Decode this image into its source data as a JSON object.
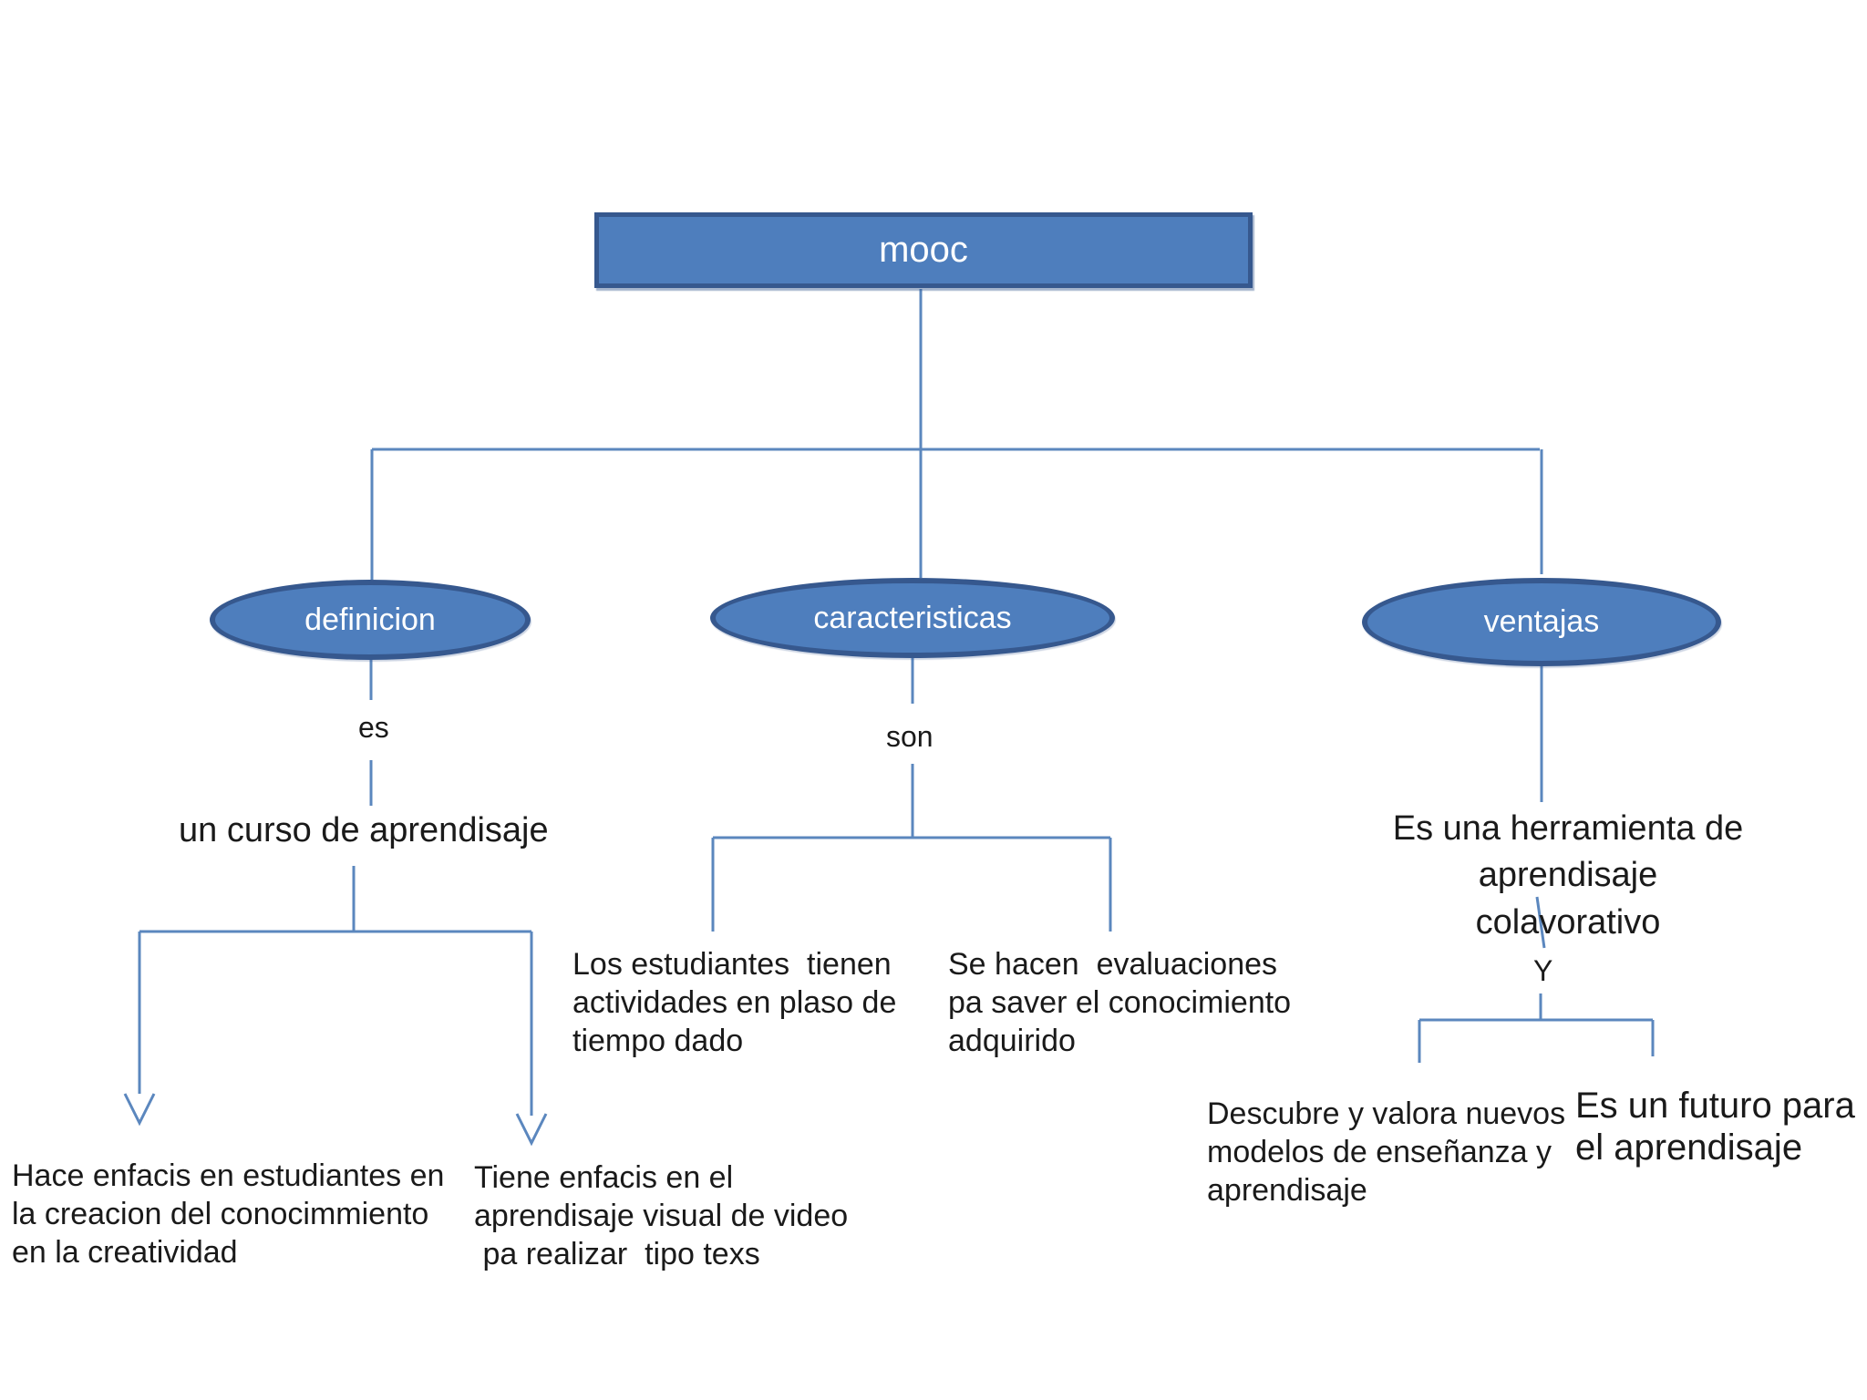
{
  "colors": {
    "node_fill": "#4e7ebd",
    "node_border": "#36588e",
    "line": "#5b87be",
    "text": "#1a1a1a",
    "node_text": "#ffffff",
    "background": "#ffffff"
  },
  "root": {
    "label": "mooc"
  },
  "branches": {
    "definicion": {
      "label": "definicion",
      "link": "es",
      "summary": "un curso de aprendisaje",
      "leaf_left": "Hace enfacis en estudiantes en\nla creacion del conocimmiento\nen la creatividad",
      "leaf_right": "Tiene enfacis en el\naprendisaje visual de video\n pa realizar  tipo texs"
    },
    "caracteristicas": {
      "label": "caracteristicas",
      "link": "son",
      "leaf_left": "Los estudiantes  tienen\nactividades en plaso de\ntiempo dado",
      "leaf_right": "Se hacen  evaluaciones\npa saver el conocimiento\nadquirido"
    },
    "ventajas": {
      "label": "ventajas",
      "summary": "Es una herramienta de\naprendisaje colavorativo",
      "link": "Y",
      "leaf_left": "Descubre y valora nuevos\nmodelos de enseñanza y\naprendisaje",
      "leaf_right": "Es un futuro para\nel aprendisaje"
    }
  }
}
